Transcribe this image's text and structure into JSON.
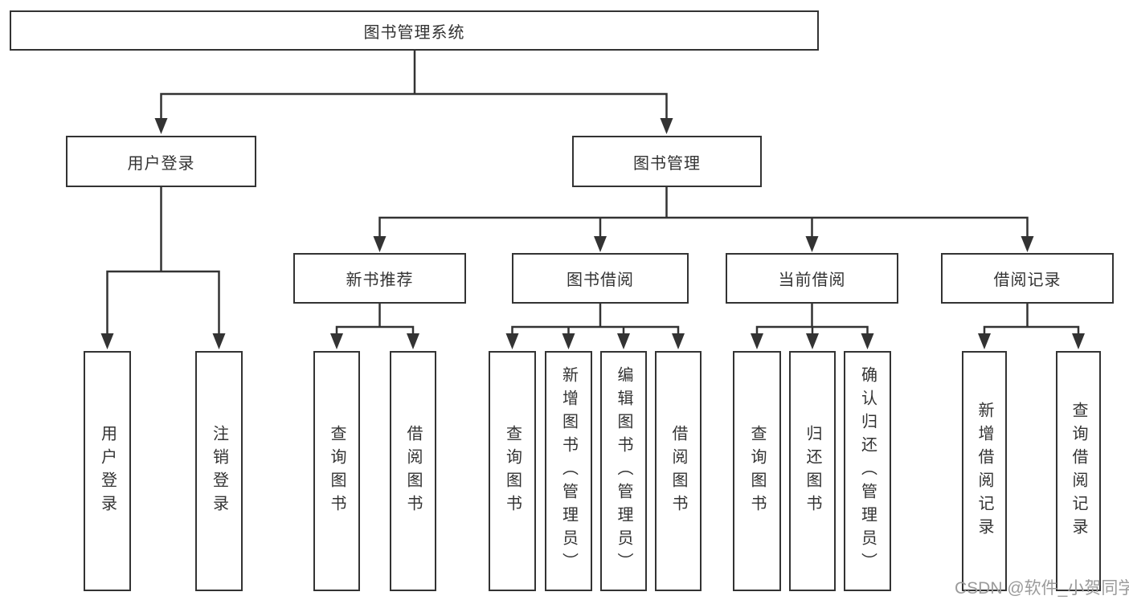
{
  "diagram": {
    "nodes": {
      "root": "图书管理系统",
      "user_login": "用户登录",
      "book_mgmt": "图书管理",
      "new_book_rec": "新书推荐",
      "book_borrow": "图书借阅",
      "current_borrow": "当前借阅",
      "borrow_record": "借阅记录",
      "ul_user_login": "用户登录",
      "ul_logout": "注销登录",
      "nb_query": "查询图书",
      "nb_borrow": "借阅图书",
      "bb_query": "查询图书",
      "bb_add": "新增图书（管理员）",
      "bb_edit": "编辑图书（管理员）",
      "bb_borrow": "借阅图书",
      "cb_query": "查询图书",
      "cb_return": "归还图书",
      "cb_confirm": "确认归还（管理员）",
      "br_add": "新增借阅记录",
      "br_query": "查询借阅记录"
    },
    "tree": {
      "图书管理系统": {
        "用户登录": [
          "用户登录",
          "注销登录"
        ],
        "图书管理": {
          "新书推荐": [
            "查询图书",
            "借阅图书"
          ],
          "图书借阅": [
            "查询图书",
            "新增图书（管理员）",
            "编辑图书（管理员）",
            "借阅图书"
          ],
          "当前借阅": [
            "查询图书",
            "归还图书",
            "确认归还（管理员）"
          ],
          "借阅记录": [
            "新增借阅记录",
            "查询借阅记录"
          ]
        }
      }
    },
    "colors": {
      "line": "#333333",
      "box_border": "#333333",
      "text": "#333333",
      "background": "#ffffff",
      "watermark_text": "#9b9b9b"
    }
  },
  "watermark": "CSDN @软件_小贺同学"
}
